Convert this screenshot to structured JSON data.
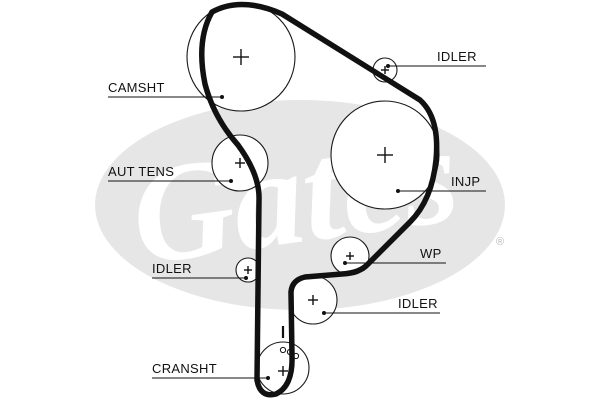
{
  "diagram": {
    "labels": {
      "camshaft": "CAMSHT",
      "auto_tensioner": "AUT TENS",
      "idler_left": "IDLER",
      "crankshaft": "CRANSHT",
      "idler_top": "IDLER",
      "injection_pump": "INJP",
      "water_pump": "WP",
      "idler_right": "IDLER"
    },
    "watermark": {
      "brand": "Gates",
      "mark": "®"
    },
    "colors": {
      "belt": "#111111",
      "watermark": "#e6e6e6",
      "background": "#ffffff"
    }
  }
}
